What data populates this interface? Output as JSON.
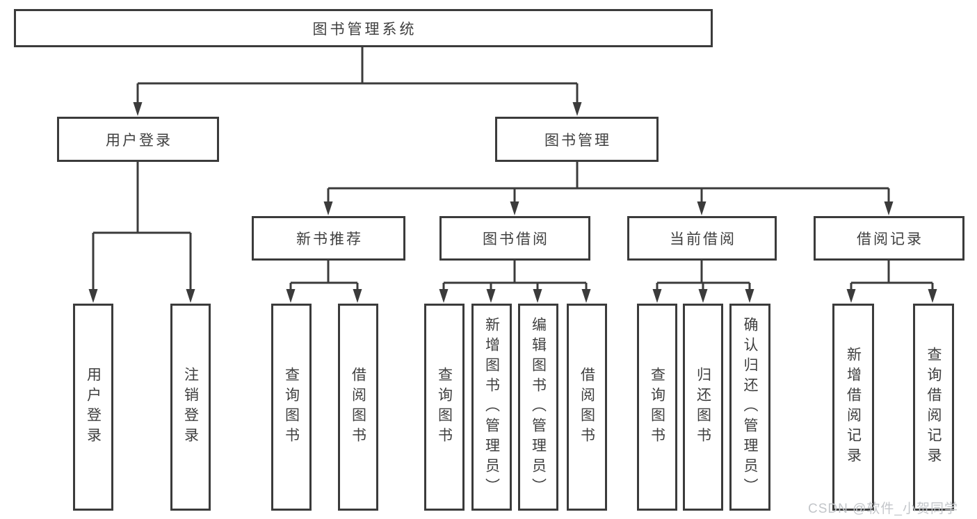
{
  "diagram": {
    "root": {
      "label": "图书管理系统"
    },
    "branches": [
      {
        "label": "用户登录",
        "children": [
          {
            "label": "用户登录"
          },
          {
            "label": "注销登录"
          }
        ]
      },
      {
        "label": "图书管理",
        "children": [
          {
            "label": "新书推荐",
            "children": [
              {
                "label": "查询图书"
              },
              {
                "label": "借阅图书"
              }
            ]
          },
          {
            "label": "图书借阅",
            "children": [
              {
                "label": "查询图书"
              },
              {
                "label": "新增图书（管理员）"
              },
              {
                "label": "编辑图书（管理员）"
              },
              {
                "label": "借阅图书"
              }
            ]
          },
          {
            "label": "当前借阅",
            "children": [
              {
                "label": "查询图书"
              },
              {
                "label": "归还图书"
              },
              {
                "label": "确认归还（管理员）"
              }
            ]
          },
          {
            "label": "借阅记录",
            "children": [
              {
                "label": "新增借阅记录"
              },
              {
                "label": "查询借阅记录"
              }
            ]
          }
        ]
      }
    ]
  },
  "watermark": {
    "text": "CSDN @软件_小贺同学"
  },
  "colors": {
    "line": "#3b3b3b",
    "text": "#3f3f3f",
    "background": "#ffffff",
    "watermark": "#c3c6ca"
  }
}
